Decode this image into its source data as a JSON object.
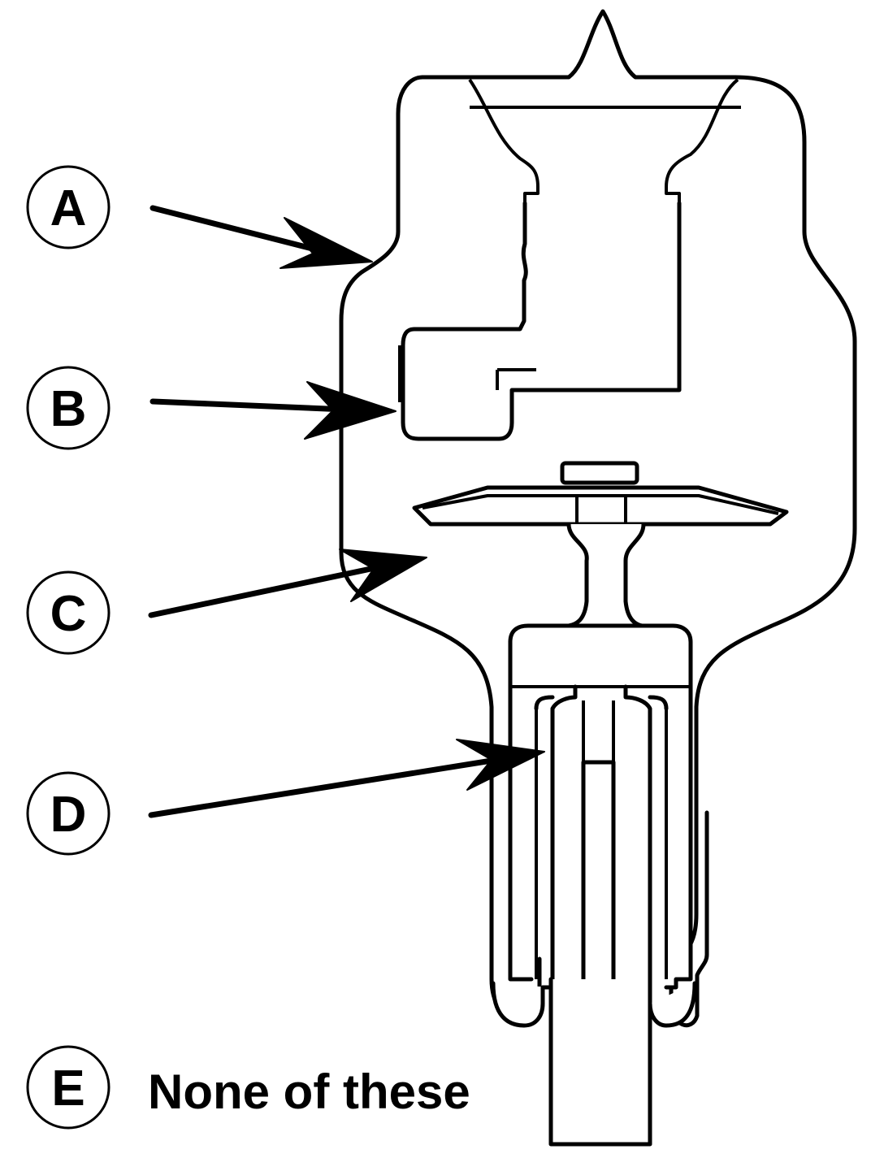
{
  "options": [
    {
      "letter": "A"
    },
    {
      "letter": "B"
    },
    {
      "letter": "C"
    },
    {
      "letter": "D"
    },
    {
      "letter": "E",
      "text": "None of these"
    }
  ],
  "colors": {
    "ink": "#000000",
    "background": "#ffffff"
  }
}
